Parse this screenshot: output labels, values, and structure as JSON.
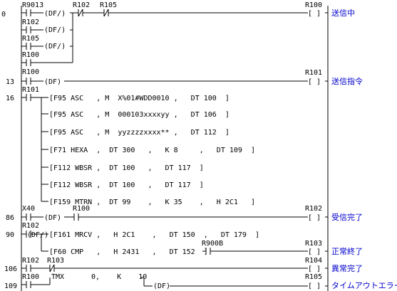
{
  "rungs": [
    {
      "step": "0",
      "contacts": [
        "R9013",
        "R102",
        "R105",
        "R100",
        "R102",
        "R105"
      ],
      "df_labels": [
        "(DF/)",
        "(DF/)",
        "(DF/)"
      ],
      "coil": "R100",
      "coil_symbol": "[  ]",
      "comment": "送信中"
    },
    {
      "step": "13",
      "contact": "R100",
      "df_label": "(DF)",
      "coil": "R101",
      "coil_symbol": "[  ]",
      "comment": "送信指令"
    },
    {
      "step": "16",
      "contact": "R101",
      "instructions": [
        "[F95 ASC   , M  X%01#WDD0010 ,   DT 100  ]",
        "[F95 ASC   , M  000103xxxxyy ,   DT 106  ]",
        "[F95 ASC   , M  yyzzzzxxxx** ,   DT 112  ]",
        "[F71 HEXA  ,  DT 300   ,   K 8     ,   DT 109  ]",
        "[F112 WBSR ,  DT 100   ,   DT 117  ]",
        "[F112 WBSR ,  DT 100   ,   DT 117  ]",
        "[F159 MTRN ,  DT 99    ,   K 35    ,   H 2C1   ]"
      ]
    },
    {
      "step": "86",
      "contacts": [
        "X40",
        "R100"
      ],
      "df_label": "(DF)",
      "coil": "R102",
      "coil_symbol": "[  ]",
      "comment": "受信完了"
    },
    {
      "step": "90",
      "contact": "R102",
      "df_label": "(DF/)",
      "instructions": [
        "[F161 MRCV ,   H 2C1    ,   DT 150  ,   DT 179  ]",
        "[F60 CMP   ,   H 2431   ,   DT 152  ]"
      ],
      "contact2": "R900B",
      "coil": "R103",
      "coil_symbol": "[  ]",
      "comment": "正常終了"
    },
    {
      "step": "106",
      "contacts": [
        "R102",
        "R103"
      ],
      "coil": "R104",
      "coil_symbol": "[  ]",
      "comment": "異常完了"
    },
    {
      "step": "109",
      "contacts": [
        "R100"
      ],
      "timer_text": "TMX",
      "timer_args": "0,    K    10",
      "df_label": "(DF)",
      "coil": "R105",
      "coil_symbol": "[  ]",
      "comment": "タイムアウトエラー"
    }
  ]
}
